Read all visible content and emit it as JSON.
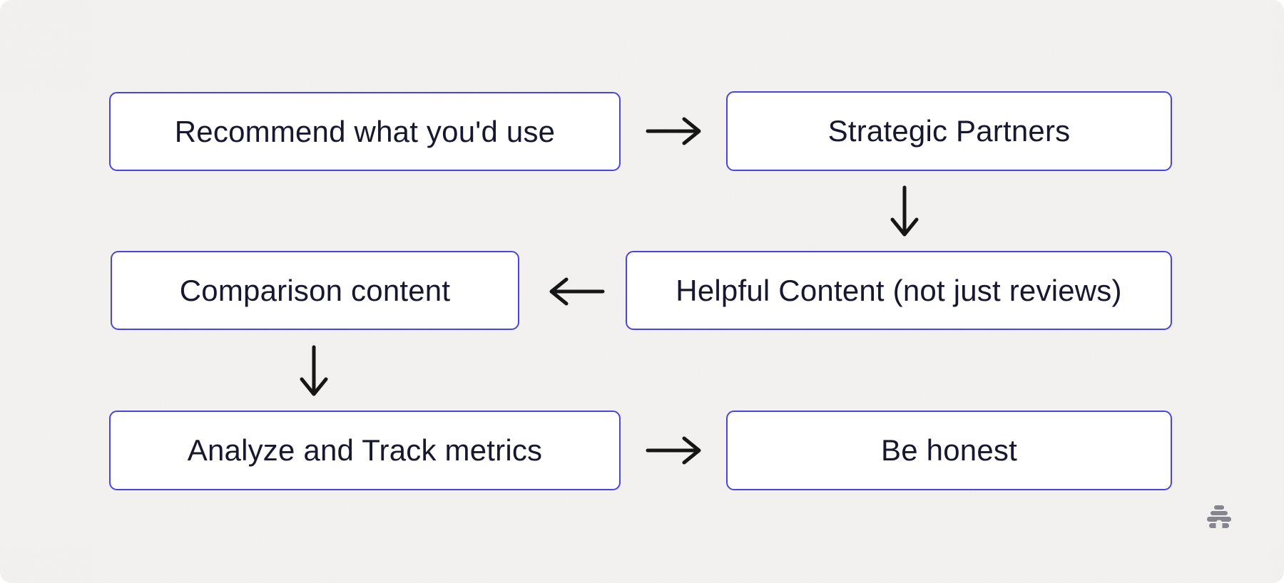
{
  "theme": {
    "background": "#f0efee",
    "node_fill": "#ffffff",
    "node_border": "#4a45e2",
    "text_color": "#17172f",
    "arrow_color": "#161616",
    "logo_color": "#85858e"
  },
  "diagram": {
    "type": "flowchart",
    "nodes": [
      {
        "id": "recommend",
        "label": "Recommend what you'd use"
      },
      {
        "id": "strategic",
        "label": "Strategic Partners"
      },
      {
        "id": "comparison",
        "label": "Comparison content"
      },
      {
        "id": "helpful",
        "label": "Helpful Content (not just reviews)"
      },
      {
        "id": "analyze",
        "label": "Analyze and Track metrics"
      },
      {
        "id": "honest",
        "label": "Be honest"
      }
    ],
    "edges": [
      {
        "from": "recommend",
        "to": "strategic",
        "direction": "right"
      },
      {
        "from": "strategic",
        "to": "helpful",
        "direction": "down"
      },
      {
        "from": "helpful",
        "to": "comparison",
        "direction": "left"
      },
      {
        "from": "comparison",
        "to": "analyze",
        "direction": "down"
      },
      {
        "from": "analyze",
        "to": "honest",
        "direction": "right"
      }
    ]
  },
  "footer": {
    "logo": "beehive-logo"
  }
}
